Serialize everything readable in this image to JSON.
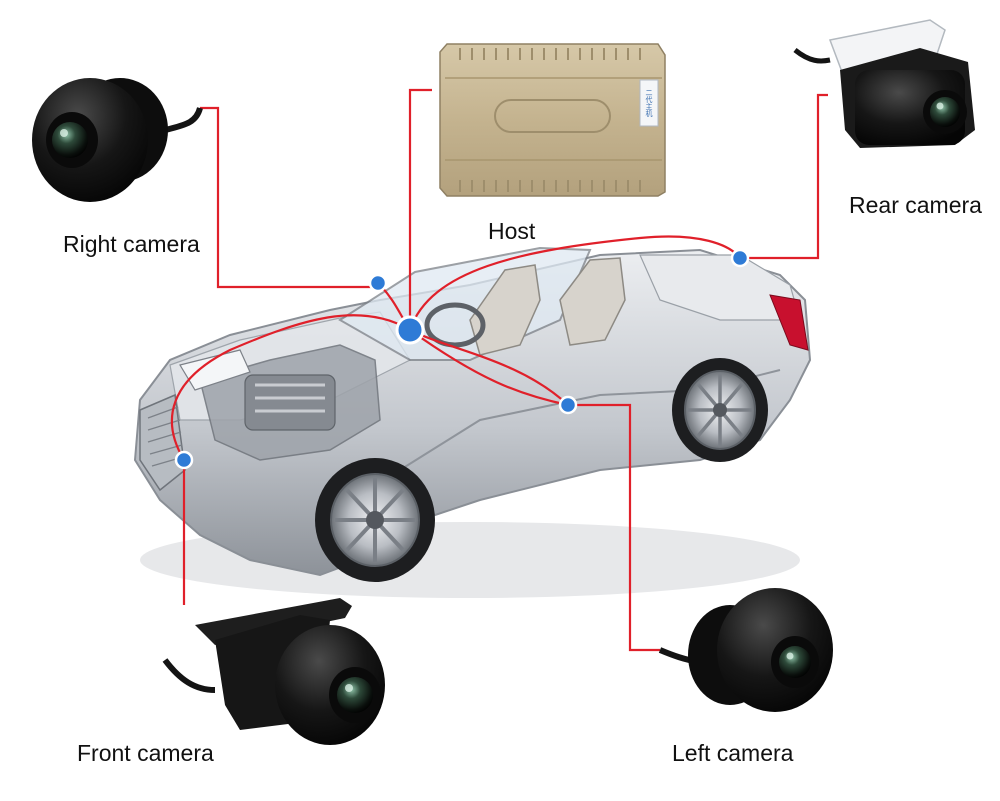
{
  "labels": {
    "host": "Host",
    "right_camera": "Right camera",
    "rear_camera": "Rear camera",
    "front_camera": "Front camera",
    "left_camera": "Left camera"
  },
  "host_sticker_text": "二代主机",
  "colors": {
    "wire": "#e0202a",
    "connector": "#2e7bd6",
    "camera_body": "#141414",
    "host_box": "#c8b896",
    "car_body": "#c9ccd1",
    "tail_light": "#c8102e"
  },
  "icons": [
    "right-camera-icon",
    "rear-camera-icon",
    "front-camera-icon",
    "left-camera-icon",
    "host-box-icon",
    "car-illustration"
  ]
}
